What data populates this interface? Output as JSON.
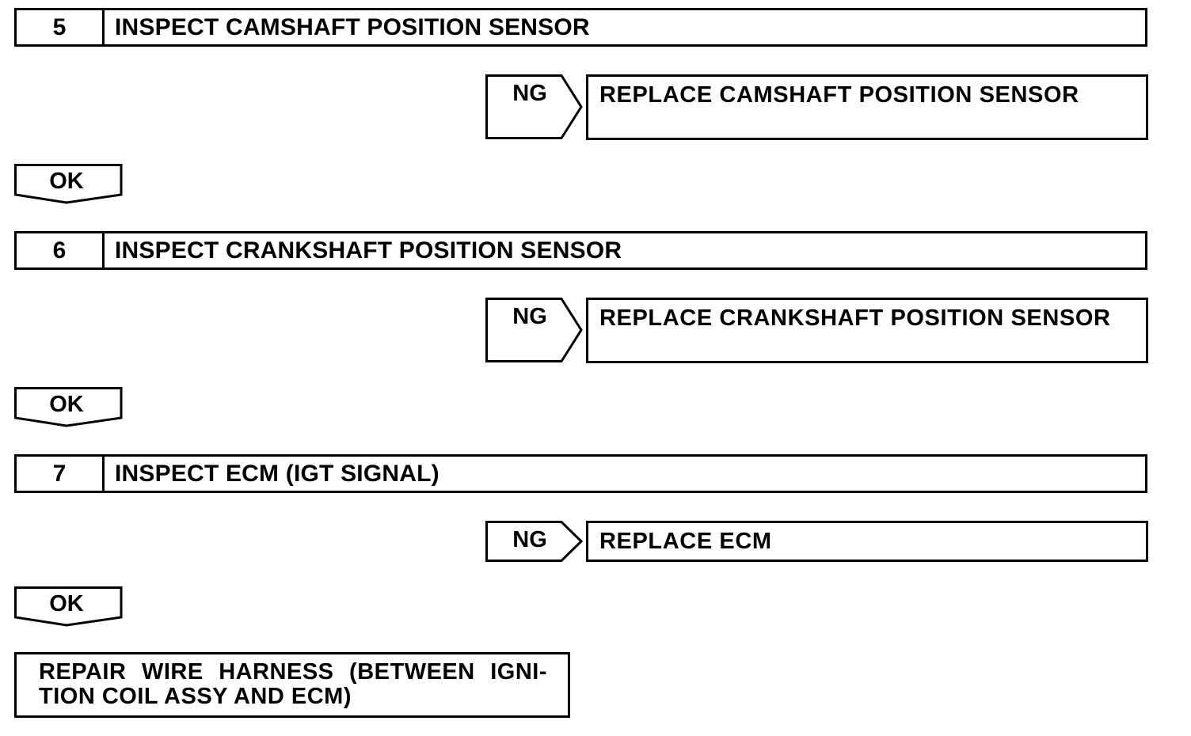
{
  "steps": [
    {
      "number": "5",
      "title": "INSPECT CAMSHAFT POSITION SENSOR",
      "ng_label": "NG",
      "ng_action": "REPLACE CAMSHAFT POSITION SENSOR",
      "ok_label": "OK"
    },
    {
      "number": "6",
      "title": "INSPECT CRANKSHAFT POSITION SENSOR",
      "ng_label": "NG",
      "ng_action": "REPLACE CRANKSHAFT POSITION SENSOR",
      "ok_label": "OK"
    },
    {
      "number": "7",
      "title": "INSPECT ECM (IGT SIGNAL)",
      "ng_label": "NG",
      "ng_action": "REPLACE ECM",
      "ok_label": "OK"
    }
  ],
  "final_action": {
    "line1": "REPAIR WIRE HARNESS (BETWEEN IGNI-",
    "line2": "TION COIL ASSY AND ECM)"
  },
  "colors": {
    "stroke": "#000000",
    "background": "#ffffff"
  }
}
